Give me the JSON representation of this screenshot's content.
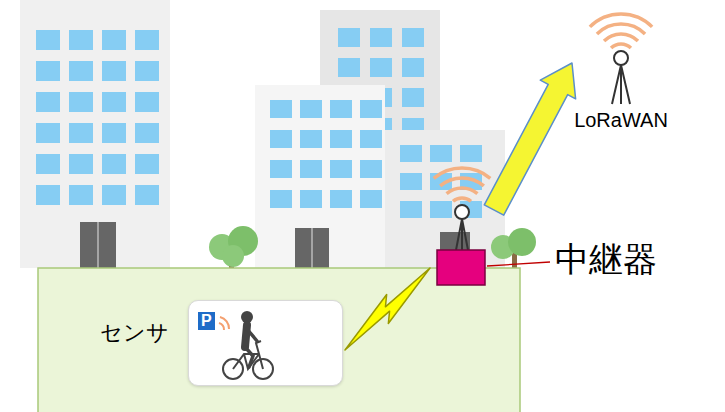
{
  "diagram": {
    "nodes": [
      {
        "text": [
          "センサ"
        ]
      },
      {
        "text": [
          "中継器"
        ]
      },
      {
        "text": [
          "LoRaWAN"
        ]
      }
    ],
    "edges": [
      {
        "from": 0,
        "to": 1,
        "arrow": "to"
      },
      {
        "from": 1,
        "to": 2,
        "arrow": "to"
      }
    ],
    "labels": [
      "P"
    ]
  }
}
